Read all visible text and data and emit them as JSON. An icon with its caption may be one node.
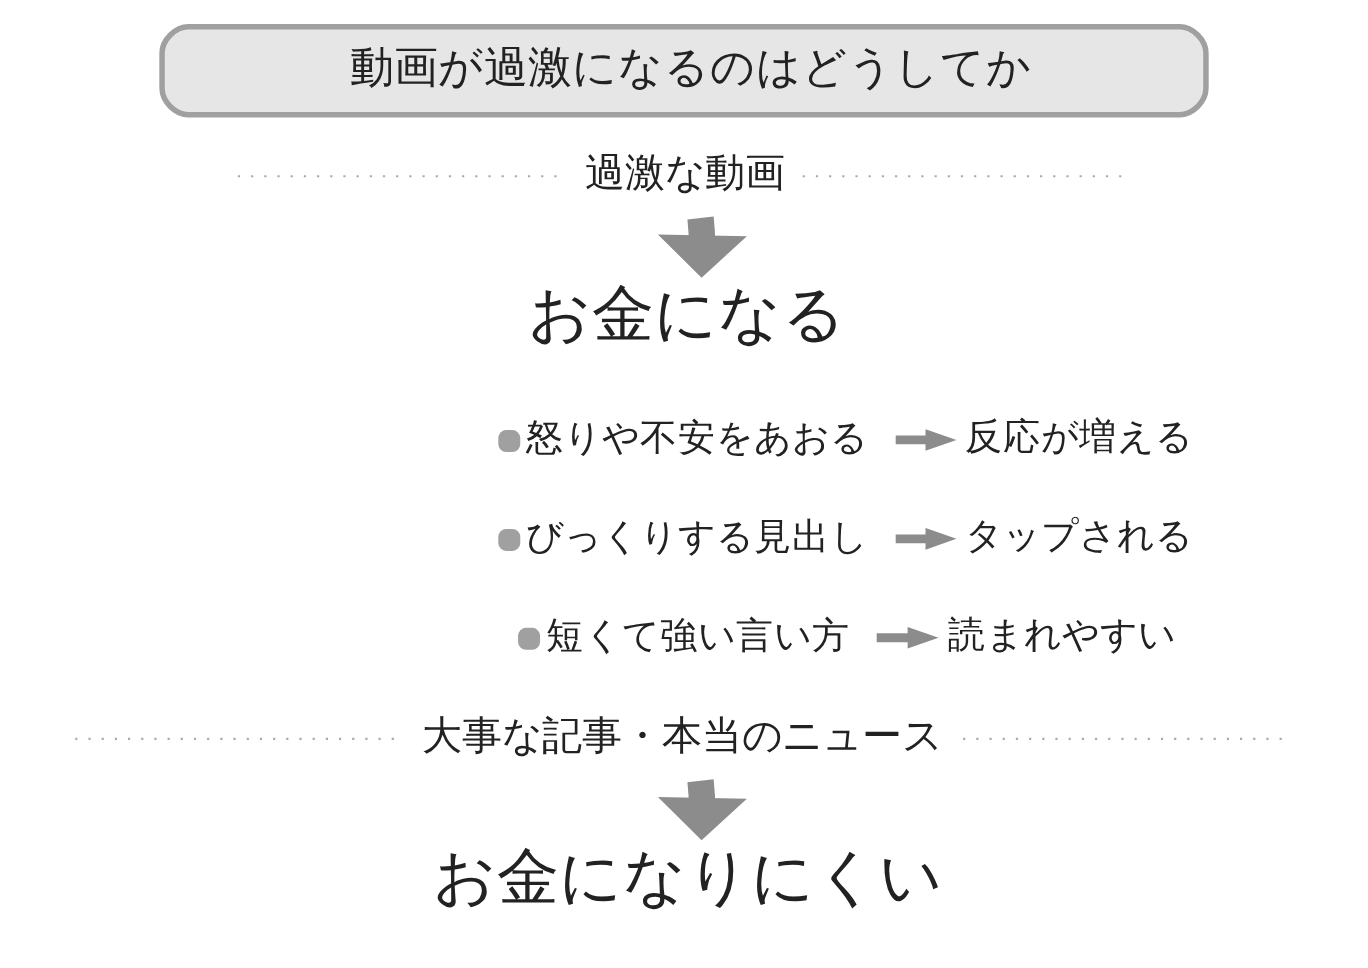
{
  "diagram": {
    "nodes": [
      {
        "text": [
          "動画が過激になるのはどうしてか"
        ]
      },
      {
        "text": [
          "過激な動画"
        ]
      },
      {
        "text": [
          "お金になる"
        ]
      },
      {
        "text": [
          "怒りや不安をあおる"
        ]
      },
      {
        "text": [
          "反応が増える"
        ]
      },
      {
        "text": [
          "びっくりする見出し"
        ]
      },
      {
        "text": [
          "タップされる"
        ]
      },
      {
        "text": [
          "短くて強い言い方"
        ]
      },
      {
        "text": [
          "読まれやすい"
        ]
      },
      {
        "text": [
          "大事な記事・本当のニュース"
        ]
      },
      {
        "text": [
          "お金になりにくい"
        ]
      }
    ],
    "edges": [
      {
        "from": 1,
        "to": 2,
        "arrow": "to",
        "style": "thick"
      },
      {
        "from": 3,
        "to": 4,
        "arrow": "to"
      },
      {
        "from": 5,
        "to": 6,
        "arrow": "to"
      },
      {
        "from": 7,
        "to": 8,
        "arrow": "to"
      },
      {
        "from": 9,
        "to": 10,
        "arrow": "to",
        "style": "thick"
      }
    ]
  }
}
